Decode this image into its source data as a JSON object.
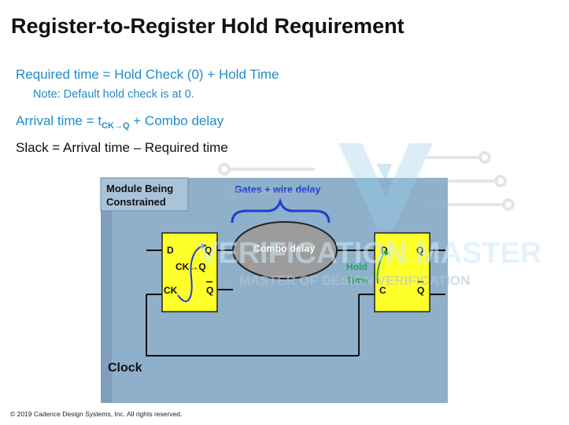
{
  "title": "Register-to-Register Hold Requirement",
  "equations": {
    "required": "Required time = Hold Check (0) + Hold Time",
    "note": "Note: Default hold check is at 0.",
    "arrival_prefix": "Arrival time = t",
    "arrival_sub": "CK→Q",
    "arrival_suffix": " + Combo delay",
    "slack": "Slack = Arrival time – Required time"
  },
  "diagram": {
    "module_label_1": "Module Being",
    "module_label_2": "Constrained",
    "gates_label": "Gates + wire delay",
    "combo_label": "Combo delay",
    "ff1": {
      "d": "D",
      "q": "Q",
      "ck": "CK",
      "qbar": "Q",
      "ckq": "CK→Q"
    },
    "ff2": {
      "d": "D",
      "q": "Q",
      "c": "C",
      "qbar": "Q"
    },
    "hold_label_1": "Hold",
    "hold_label_2": "Time",
    "clock_label": "Clock"
  },
  "watermark": {
    "line1": "VERIFICATION MASTER",
    "line2": "MASTER OF DESIGN VERIFICATION"
  },
  "footer": "© 2019 Cadence Design Systems, Inc. All rights reserved.",
  "colors": {
    "title_text": "#111111",
    "equation_blue": "#1f8cc8",
    "module_bg": "#8fb0cb",
    "flipflop_yellow": "#ffff2a",
    "combo_gray": "#9c9c9c",
    "brace_blue": "#1f3fd0",
    "hold_green": "#1fa25a"
  }
}
